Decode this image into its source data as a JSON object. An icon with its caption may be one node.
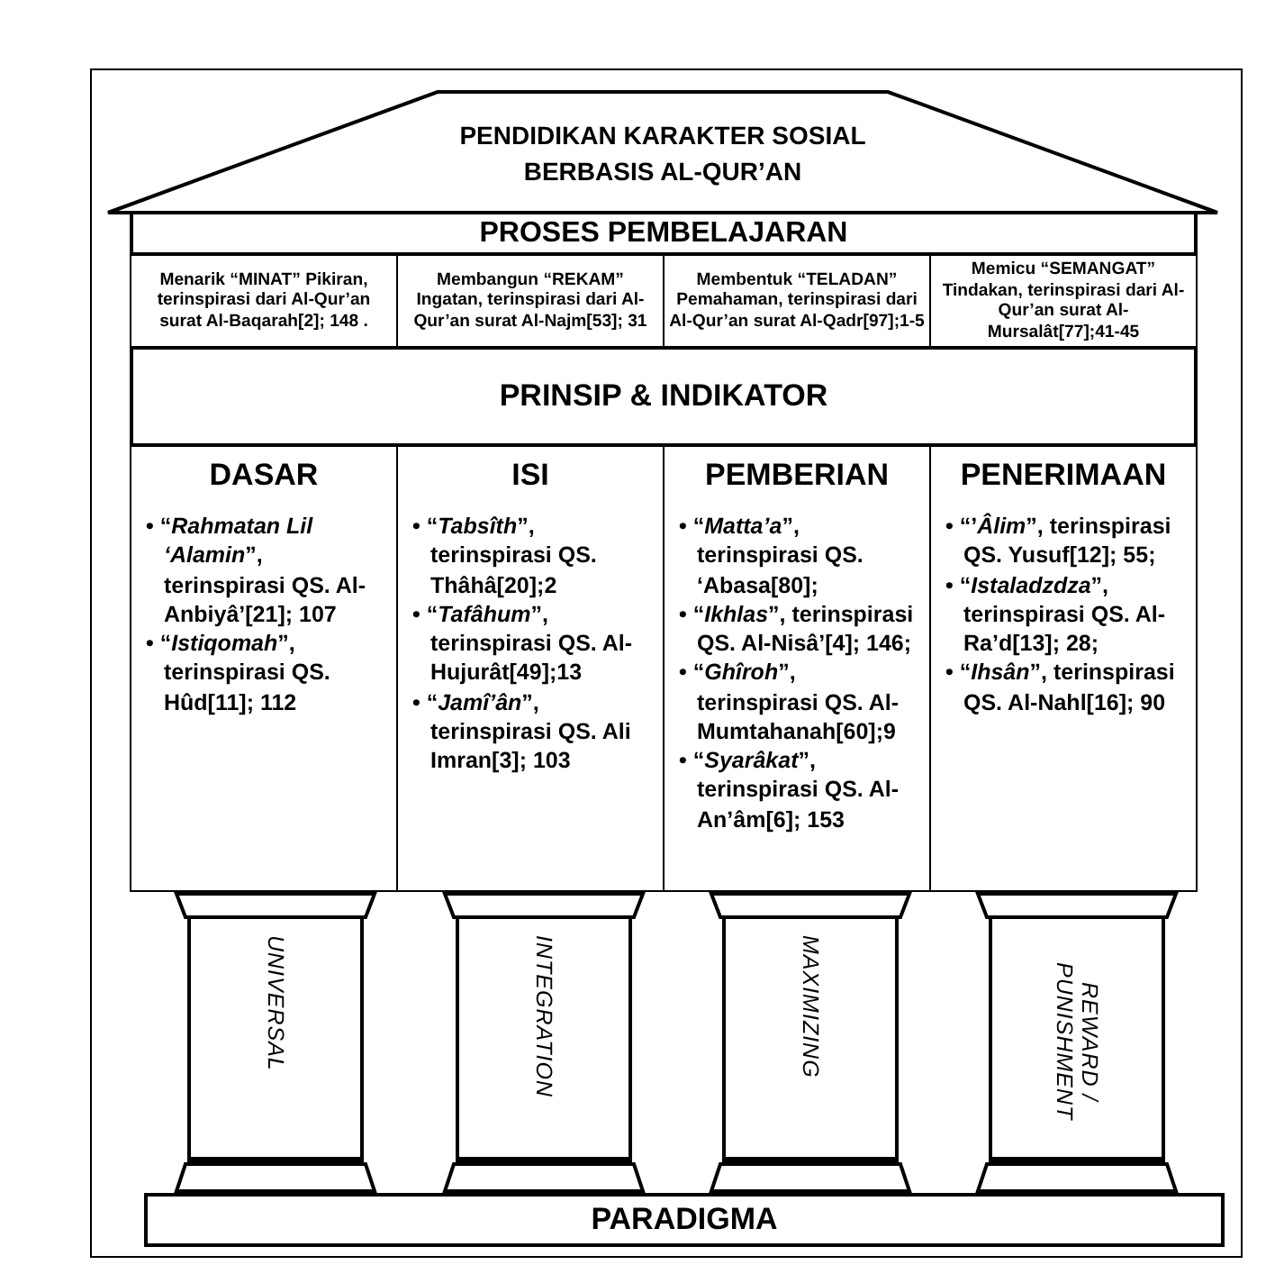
{
  "diagram": {
    "nodes": [
      {
        "text": [
          "PENDIDIKAN KARAKTER SOSIAL BERBASIS AL-QUR’AN"
        ]
      },
      {
        "text": [
          "PROSES PEMBELAJARAN"
        ]
      },
      {
        "text": [
          "Menarik “MINAT” Pikiran, terinspirasi dari Al-Qur’an surat Al-Baqarah[2]; 148 ."
        ]
      },
      {
        "text": [
          "Membangun “REKAM” Ingatan, terinspirasi dari Al-Qur’an surat Al-Najm[53]; 31"
        ]
      },
      {
        "text": [
          "Membentuk “TELADAN” Pemahaman, terinspirasi dari Al-Qur’an surat Al-Qadr[97];1-5"
        ]
      },
      {
        "text": [
          "Memicu “SEMANGAT” Tindakan, terinspirasi dari Al-Qur’an surat Al-Mursalât[77];41-45"
        ]
      },
      {
        "text": [
          "PRINSIP & INDIKATOR"
        ]
      },
      {
        "text": [
          "DASAR",
          "• “*Rahmatan Lil ‘Alamin*”, terinspirasi QS. Al-Anbiyâ’[21]; 107",
          "• “*Istiqomah*”, terinspirasi QS. Hûd[11]; 112"
        ]
      },
      {
        "text": [
          "ISI",
          "• “*Tabsîth*”, terinspirasi QS. Thâhâ[20];2",
          "• “*Tafâhum*”, terinspirasi QS. Al-Hujurât[49];13",
          "• “*Jamî’ân*”, terinspirasi QS. Ali Imran[3]; 103"
        ]
      },
      {
        "text": [
          "PEMBERIAN",
          "• “*Matta’a*”, terinspirasi QS. ‘Abasa[80];",
          "• “*Ikhlas*”, terinspirasi QS. Al-Nisâ’[4]; 146;",
          "• “*Ghîroh*”, terinspirasi QS. Al-Mumtahanah[60];9",
          "• “*Syarâkat*”, terinspirasi QS. Al-An’âm[6]; 153"
        ]
      },
      {
        "text": [
          "PENERIMAAN",
          "• “’*Âlim*”, terinspirasi QS. Yusuf[12]; 55;",
          "• “*Istaladzdza*”, terinspirasi QS. Al-Ra’d[13]; 28;",
          "• “*Ihsân*”, terinspirasi QS. Al-Nahl[16]; 90"
        ]
      },
      {
        "text": [
          "UNIVERSAL"
        ]
      },
      {
        "text": [
          "INTEGRATION"
        ]
      },
      {
        "text": [
          "MAXIMIZING"
        ]
      },
      {
        "text": [
          "REWARD / PUNISHMENT"
        ]
      },
      {
        "text": [
          "PARADIGMA"
        ]
      }
    ]
  }
}
